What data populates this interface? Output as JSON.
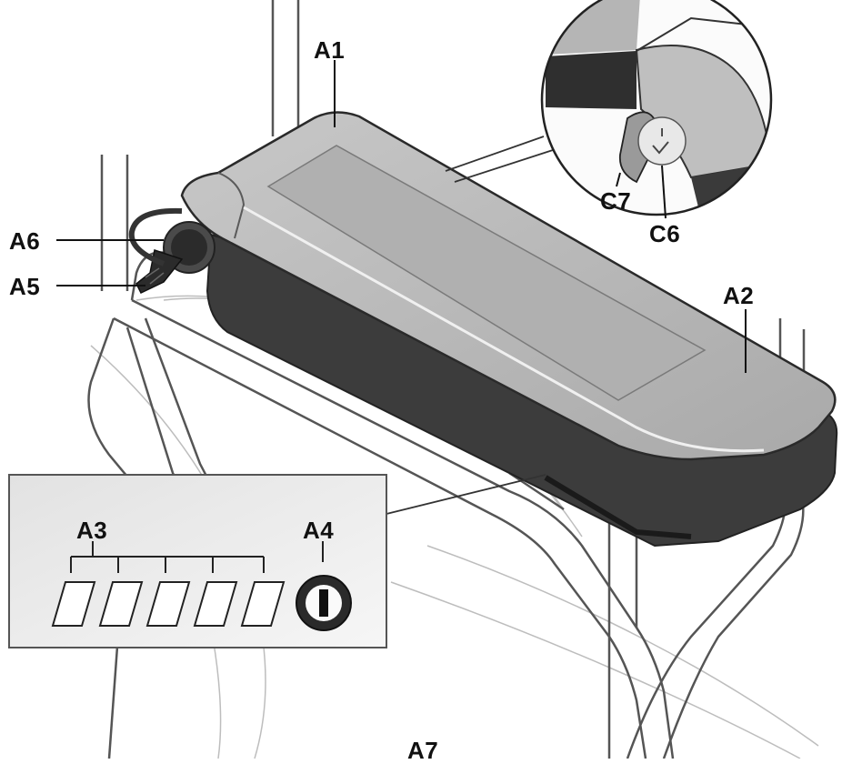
{
  "labels": {
    "a1": "A1",
    "a2": "A2",
    "a3": "A3",
    "a4": "A4",
    "a5": "A5",
    "a6": "A6",
    "a7": "A7",
    "c6": "C6",
    "c7": "C7"
  },
  "colors": {
    "battery_top": "#b9b9b9",
    "battery_side": "#3c3c3c",
    "rack_line": "#555555",
    "inset_bg": "#eeeeee",
    "label_text": "#111111"
  },
  "icons": {
    "power_button": "power-icon",
    "led_segment": "charge-led-icon",
    "key": "key-icon",
    "lock": "lock-icon"
  },
  "charge_indicator": {
    "led_count": 5
  }
}
